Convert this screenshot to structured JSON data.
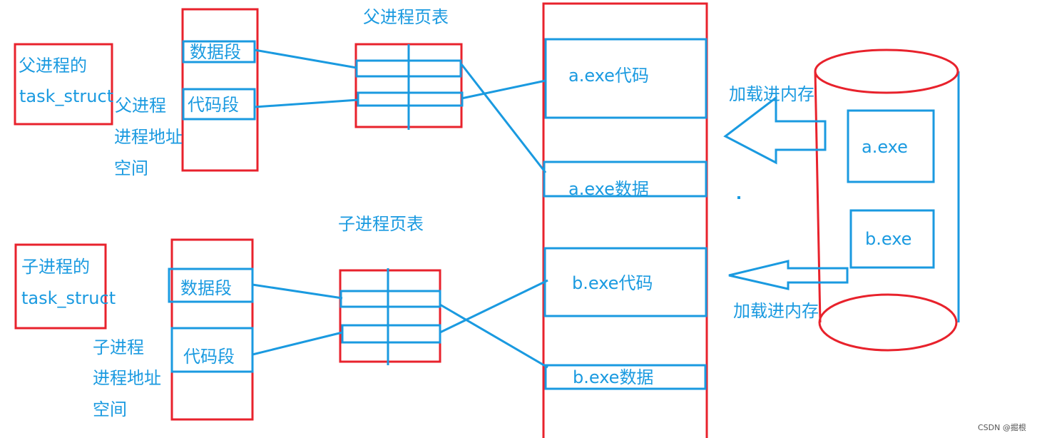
{
  "parent": {
    "task_struct_line1": "父进程的",
    "task_struct_line2": "task_struct",
    "addr_space_line1": "父进程",
    "addr_space_line2": "进程地址",
    "addr_space_line3": "空间",
    "data_segment": "数据段",
    "code_segment": "代码段",
    "page_table_title": "父进程页表"
  },
  "child": {
    "task_struct_line1": "子进程的",
    "task_struct_line2": "task_struct",
    "addr_space_line1": "子进程",
    "addr_space_line2": "进程地址",
    "addr_space_line3": "空间",
    "data_segment": "数据段",
    "code_segment": "代码段",
    "page_table_title": "子进程页表"
  },
  "memory": {
    "a_code": "a.exe代码",
    "a_data": "a.exe数据",
    "b_code": "b.exe代码",
    "b_data": "b.exe数据"
  },
  "disk": {
    "a_file": "a.exe",
    "b_file": "b.exe",
    "load_label_1": "加载进内存",
    "load_label_2": "加载进内存"
  },
  "watermark": "CSDN @掘根",
  "colors": {
    "red": "#e8222c",
    "blue": "#1a9ae0"
  }
}
